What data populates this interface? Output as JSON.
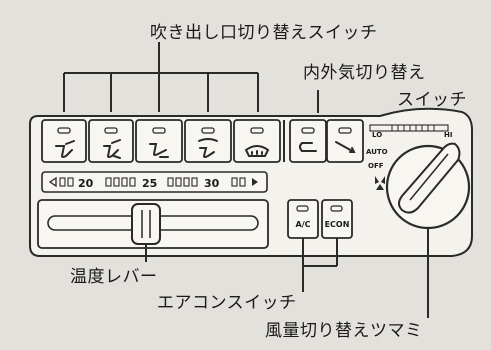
{
  "labels": {
    "vent_mode_switch": "吹き出し口切り替えスイッチ",
    "recirc_switch_line1": "内外気切り替え",
    "recirc_switch_line2": "スイッチ",
    "temp_lever": "温度レバー",
    "ac_switch": "エアコンスイッチ",
    "fan_knob": "風量切り替えツマミ"
  },
  "panel": {
    "temp_scale": [
      "20",
      "25",
      "30"
    ],
    "ac_button": "A/C",
    "econ_button": "ECON",
    "fan_lo": "LO",
    "fan_hi": "HI",
    "fan_auto": "AUTO",
    "fan_off": "OFF"
  },
  "colors": {
    "background": "#e3e1dc",
    "panel": "#f4f2ec",
    "line": "#2a2a2a"
  },
  "icons": {
    "vent_modes": [
      "face-vent-icon",
      "bilevel-vent-icon",
      "foot-vent-icon",
      "foot-defrost-vent-icon",
      "defrost-icon"
    ],
    "recirc": [
      "recirculate-icon",
      "fresh-air-icon"
    ],
    "fan": "fan-icon"
  }
}
